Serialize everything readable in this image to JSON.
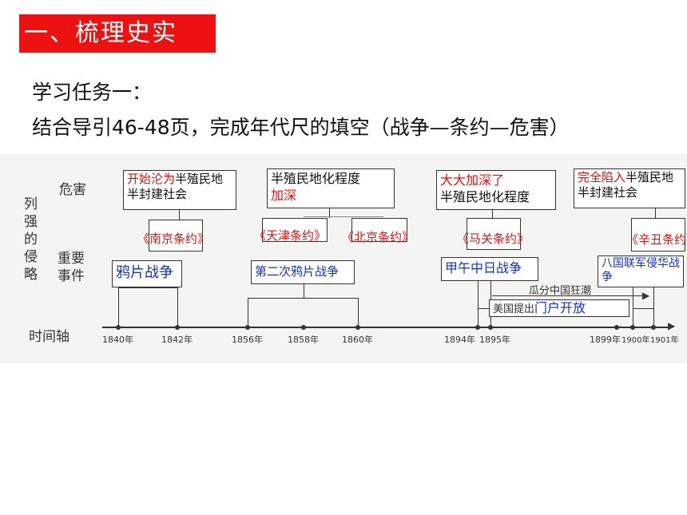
{
  "heading": "一、梳理史实",
  "task": {
    "line1": "学习任务一：",
    "line2": "结合导引46-48页，完成年代尺的填空（战争—条约—危害）"
  },
  "diagram": {
    "side_title": [
      "列",
      "强",
      "的",
      "侵",
      "略"
    ],
    "row_harm": "危害",
    "row_events": "重要事件",
    "row_axis": "时间轴",
    "harms": [
      {
        "red": "开始沦为",
        "black": "半殖民地半封建社会"
      },
      {
        "black": "半殖民地化程度",
        "red": "加深"
      },
      {
        "red": "大大加深了",
        "black": "半殖民地化程度"
      },
      {
        "red": "完全陷入",
        "black": "半殖民地半封建社会"
      }
    ],
    "treaties": [
      "《南京条约》",
      "《天津条约》",
      "《北京条约》",
      "《马关条约》",
      "《辛丑条约》"
    ],
    "events": [
      "鸦片战争",
      "第二次鸦片战争",
      "甲午中日战争",
      "八国联军侵华战争"
    ],
    "notes": {
      "partition": "瓜分中国狂潮",
      "us_prefix": "美国提出",
      "us_policy": "门户开放"
    },
    "years": [
      "1840年",
      "1842年",
      "1856年",
      "1858年",
      "1860年",
      "1894年",
      "1895年",
      "1899年",
      "1900年",
      "1901年"
    ]
  }
}
